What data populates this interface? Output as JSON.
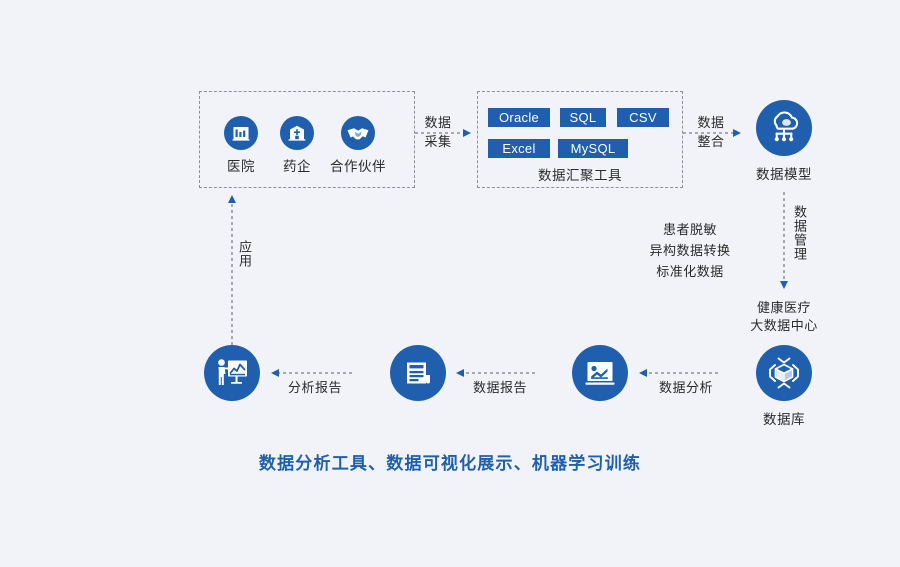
{
  "background": "#f2f3f8",
  "accent": "#1f5fad",
  "sources": {
    "items": [
      {
        "label": "医院",
        "icon": "hospital-icon"
      },
      {
        "label": "药企",
        "icon": "pharmaceutical-building-icon"
      },
      {
        "label": "合作伙伴",
        "icon": "handshake-icon"
      }
    ]
  },
  "tools": {
    "tags": [
      "Oracle",
      "SQL",
      "CSV",
      "Excel",
      "MySQL"
    ],
    "caption": "数据汇聚工具"
  },
  "nodes": {
    "model": {
      "label": "数据模型",
      "icon": "cloud-network-icon"
    },
    "database": {
      "label": "数据库",
      "icon": "cube-database-icon"
    },
    "analysis": {
      "label": "",
      "icon": "chart-monitor-icon"
    },
    "report": {
      "label": "",
      "icon": "document-scroll-icon"
    },
    "presentation": {
      "label": "",
      "icon": "presenter-chart-icon"
    }
  },
  "edges": {
    "collect": "数据\n采集",
    "collect_line1": "数据",
    "collect_line2": "采集",
    "merge_line1": "数据",
    "merge_line2": "整合",
    "manage": "数据管理",
    "apply": "应用",
    "analysis_report": "分析报告",
    "data_report": "数据报告",
    "data_analysis": "数据分析"
  },
  "labels": {
    "big_data_center": "健康医疗\n大数据中心",
    "big_data_center_line1": "健康医疗",
    "big_data_center_line2": "大数据中心",
    "processing_line1": "患者脱敏",
    "processing_line2": "异构数据转换",
    "processing_line3": "标准化数据"
  },
  "footer": {
    "title": "数据分析工具、数据可视化展示、机器学习训练"
  }
}
